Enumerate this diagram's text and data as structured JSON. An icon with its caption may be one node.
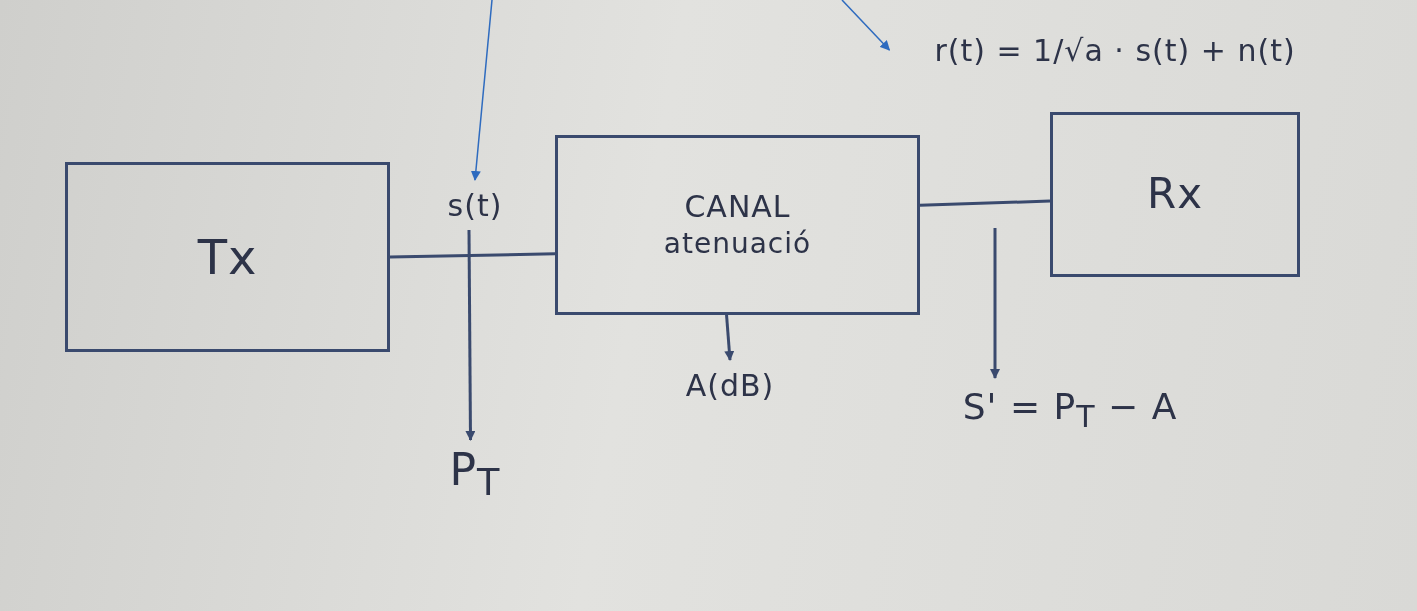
{
  "diagram": {
    "nodes": [
      {
        "text": [
          "Tx"
        ]
      },
      {
        "text": [
          "CANAL",
          "atenuació"
        ]
      },
      {
        "text": [
          "Rx"
        ]
      },
      {
        "text": [
          "s(t)"
        ]
      },
      {
        "text": [
          "r(t) = 1/√a · s(t) + n(t)"
        ]
      },
      {
        "text": [
          "P$_{T}$"
        ]
      },
      {
        "text": [
          "A(dB)"
        ]
      },
      {
        "text": [
          "S' = P$_{T}$ − A"
        ]
      }
    ],
    "edges": [
      {
        "from": 0,
        "to": 1,
        "arrow": "none"
      },
      {
        "from": 1,
        "to": 2,
        "arrow": "none"
      },
      {
        "from": null,
        "to": 3,
        "arrow": "to",
        "color": "#2e6bbf"
      },
      {
        "from": null,
        "to": 4,
        "arrow": "to",
        "color": "#2e6bbf"
      },
      {
        "from": 3,
        "to": 5,
        "arrow": "to"
      },
      {
        "from": 1,
        "to": 6,
        "arrow": "to"
      },
      {
        "from": null,
        "to": 7,
        "arrow": "to"
      }
    ]
  }
}
